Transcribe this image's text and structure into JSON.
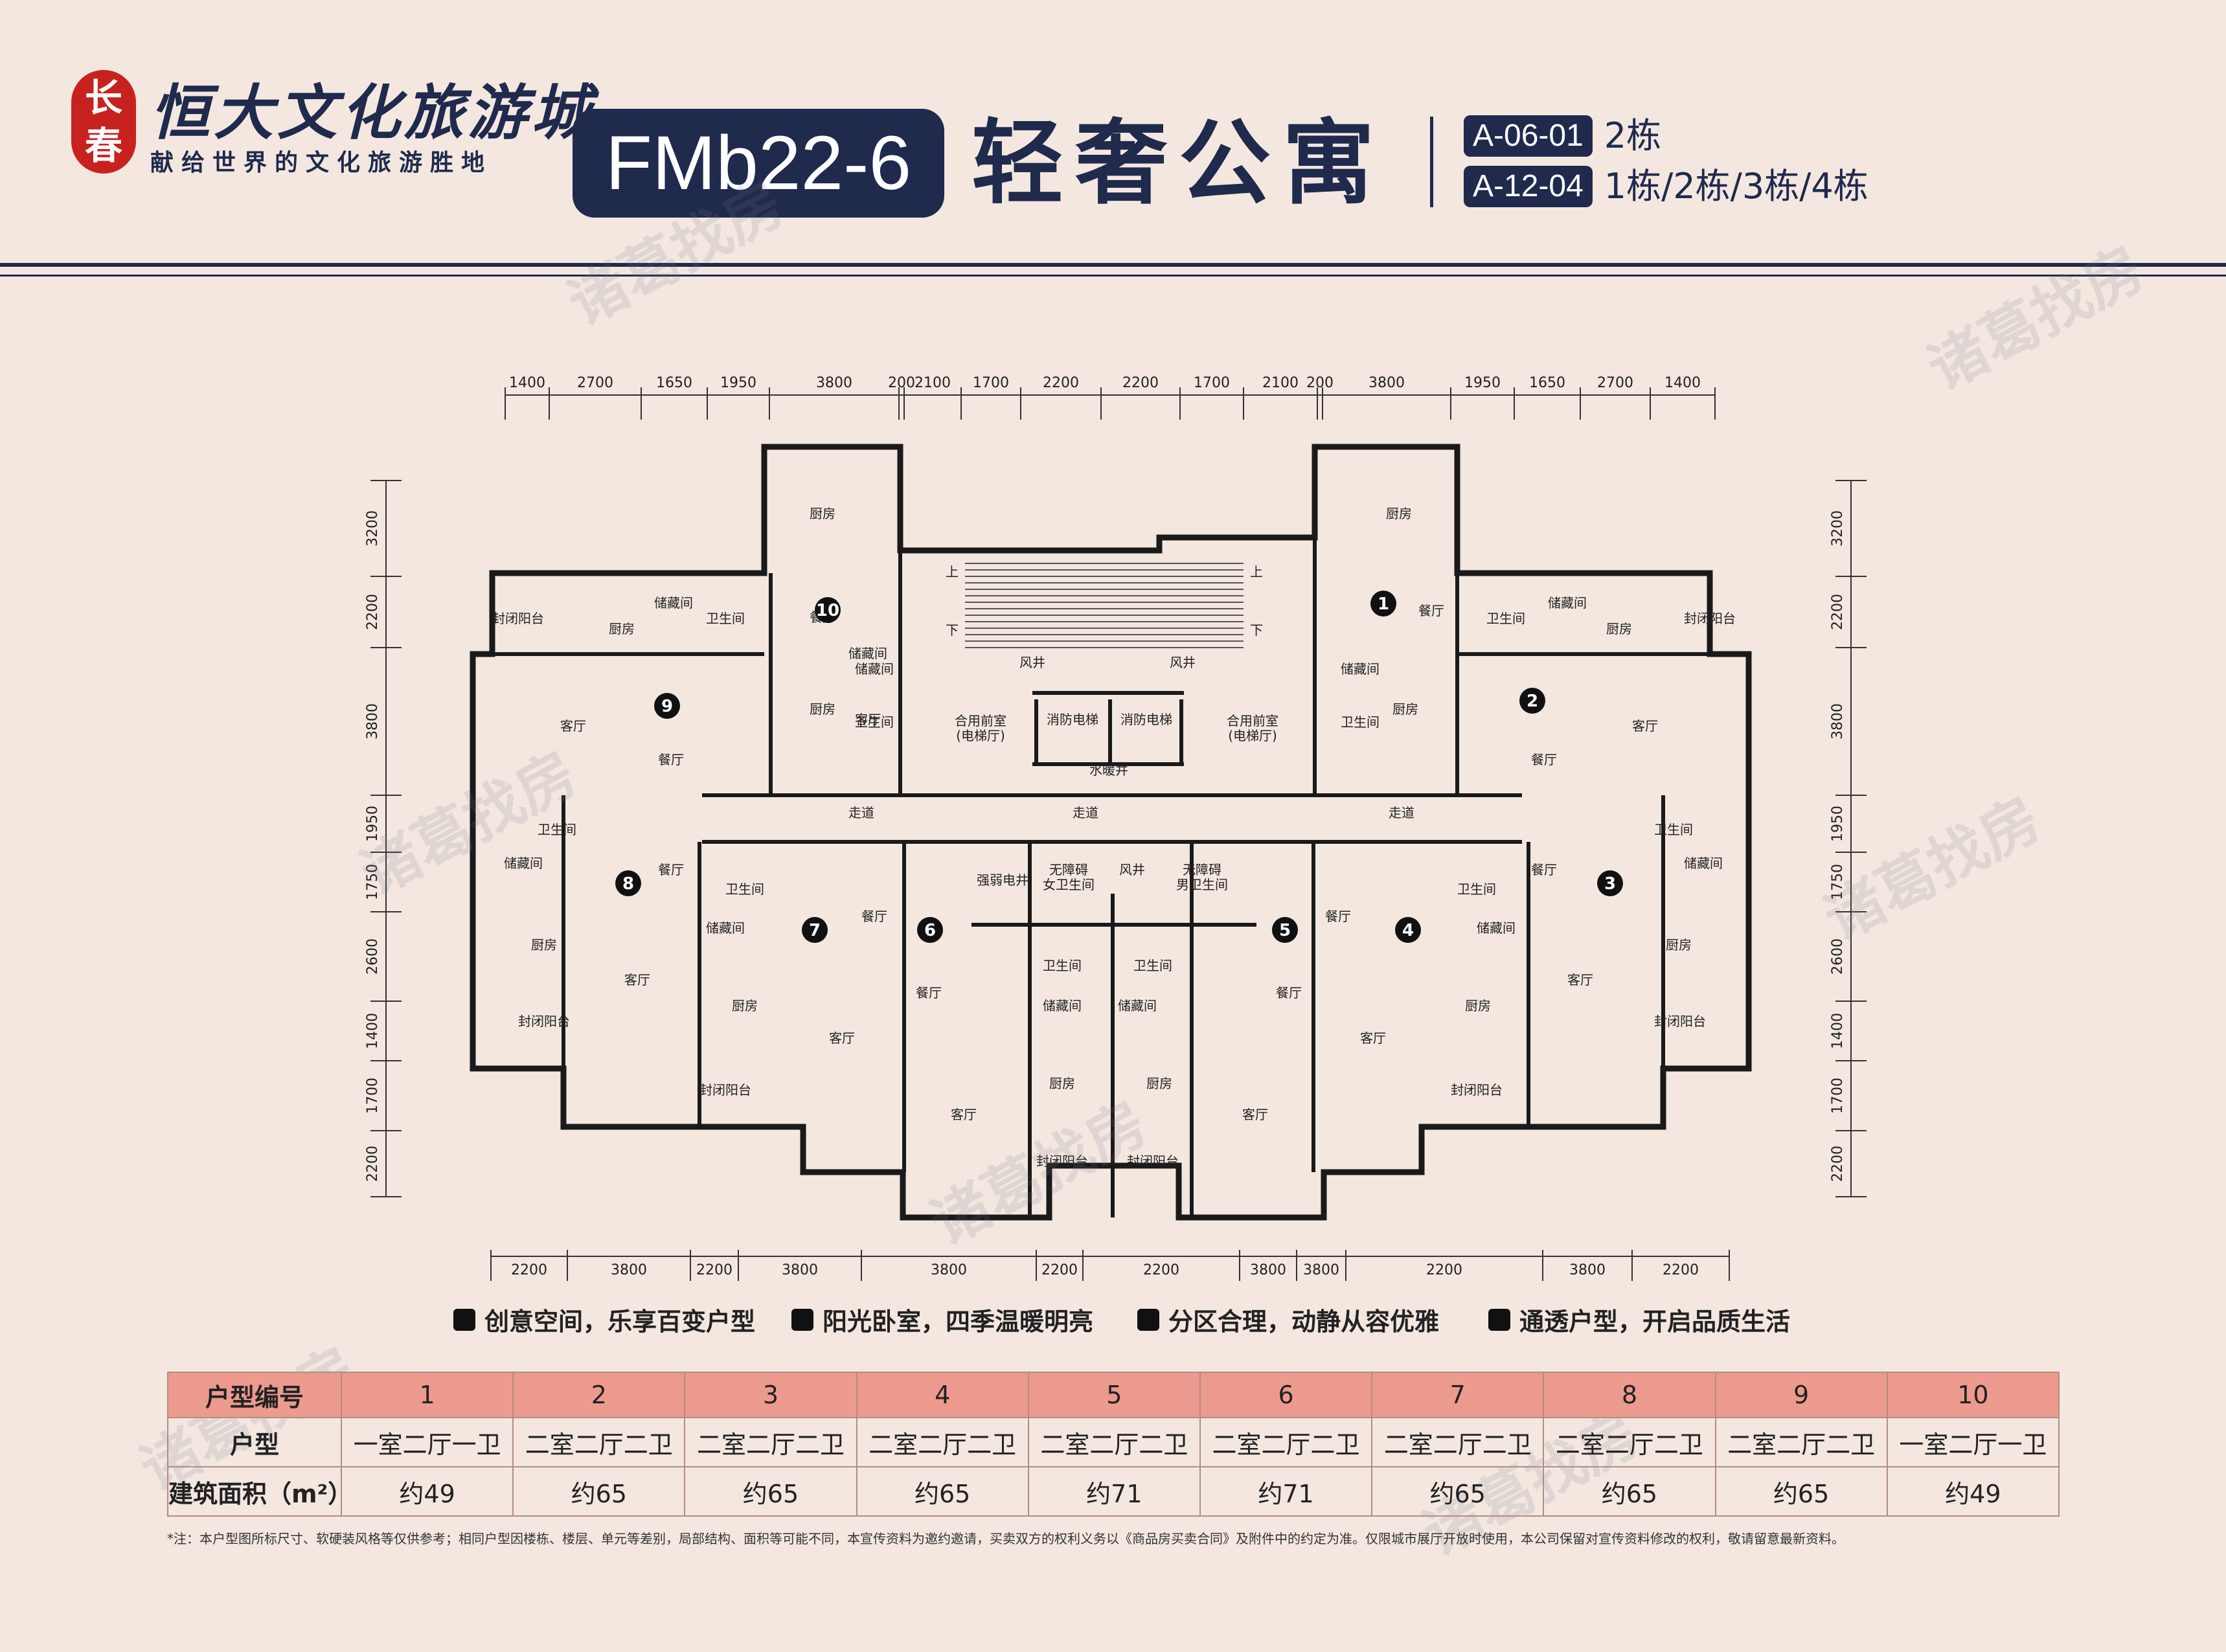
{
  "header": {
    "seal_line1": "长",
    "seal_line2": "春",
    "brand": "恒大文化旅游城",
    "slogan": "献给世界的文化旅游胜地",
    "plan_code": "FMb22-6",
    "plan_title": "轻奢公寓",
    "tags": [
      {
        "code": "A-06-01",
        "buildings": "2栋"
      },
      {
        "code": "A-12-04",
        "buildings": "1栋/2栋/3栋/4栋"
      }
    ]
  },
  "floorplan": {
    "top_dims": [
      "1400",
      "2700",
      "1650",
      "1950",
      "3800",
      "200",
      "2100",
      "1700",
      "2200",
      "2200",
      "1700",
      "2100",
      "200",
      "3800",
      "1950",
      "1650",
      "2700",
      "1400"
    ],
    "bottom_dims": [
      "2200",
      "3800",
      "2200",
      "3800",
      "3800",
      "2200",
      "2200",
      "3800",
      "3800",
      "2200",
      "3800",
      "2200"
    ],
    "left_dims": [
      "3200",
      "2200",
      "3800",
      "1950",
      "1750",
      "2600",
      "1400",
      "1700",
      "2200"
    ],
    "right_dims": [
      "3200",
      "2200",
      "3800",
      "1950",
      "1750",
      "2600",
      "1400",
      "1700",
      "2200"
    ],
    "unit_numbers": [
      "1",
      "2",
      "3",
      "4",
      "5",
      "6",
      "7",
      "8",
      "9",
      "10"
    ],
    "room_labels": {
      "living": "客厅",
      "dining": "餐厅",
      "kitchen": "厨房",
      "bathroom": "卫生间",
      "storage": "储藏间",
      "balcony": "封闭阳台",
      "corridor": "走道",
      "lobby": "合用前室\n(电梯厅)",
      "fire_lift": "消防电梯",
      "shaft": "风井",
      "water_shaft": "水暖井",
      "weak_shaft": "强弱电井",
      "female_wc": "无障碍\n女卫生间",
      "male_wc": "无障碍\n男卫生间",
      "up": "上",
      "down": "下"
    }
  },
  "features": [
    "创意空间，乐享百变户型",
    "阳光卧室，四季温暖明亮",
    "分区合理，动静从容优雅",
    "通透户型，开启品质生活"
  ],
  "table": {
    "header_label": "户型编号",
    "type_label": "户型",
    "area_label": "建筑面积（m²）",
    "numbers": [
      "1",
      "2",
      "3",
      "4",
      "5",
      "6",
      "7",
      "8",
      "9",
      "10"
    ],
    "types": [
      "一室二厅一卫",
      "二室二厅二卫",
      "二室二厅二卫",
      "二室二厅二卫",
      "二室二厅二卫",
      "二室二厅二卫",
      "二室二厅二卫",
      "二室二厅二卫",
      "二室二厅二卫",
      "一室二厅一卫"
    ],
    "areas": [
      "约49",
      "约65",
      "约65",
      "约65",
      "约71",
      "约71",
      "约65",
      "约65",
      "约65",
      "约49"
    ]
  },
  "note": "*注：本户型图所标尺寸、软硬装风格等仅供参考；相同户型因楼栋、楼层、单元等差别，局部结构、面积等可能不同，本宣传资料为邀约邀请，买卖双方的权利义务以《商品房买卖合同》及附件中的约定为准。仅限城市展厅开放时使用，本公司保留对宣传资料修改的权利，敬请留意最新资料。",
  "watermark": "诸葛找房",
  "colors": {
    "navy": "#1f2a4d",
    "seal_red": "#c8221f",
    "table_head": "#ec9a8e",
    "background": "#f3e7e0"
  }
}
